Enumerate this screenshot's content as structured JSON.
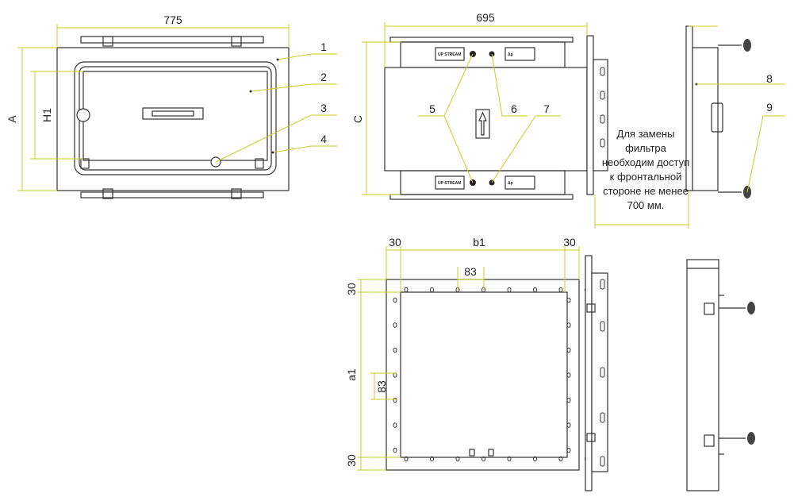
{
  "dimensions": {
    "front_width": "775",
    "front_height": "A",
    "front_inner_height": "H1",
    "side_width": "695",
    "side_height": "C",
    "flange_margin_left": "30",
    "flange_center": "b1",
    "flange_margin_right": "30",
    "hole_pitch_h": "83",
    "flange_margin_top": "30",
    "flange_height": "a1",
    "hole_pitch_v": "83",
    "flange_margin_bottom": "30"
  },
  "callouts": [
    "1",
    "2",
    "3",
    "4",
    "5",
    "6",
    "7",
    "8",
    "9"
  ],
  "labels": {
    "upstream": "UP STREAM",
    "dp": "Δp"
  },
  "note": "Для замены фильтра необходим доступ к фронтальной стороне не менее 700 мм.",
  "colors": {
    "dimension": "#cccc22",
    "outline": "#333333"
  }
}
